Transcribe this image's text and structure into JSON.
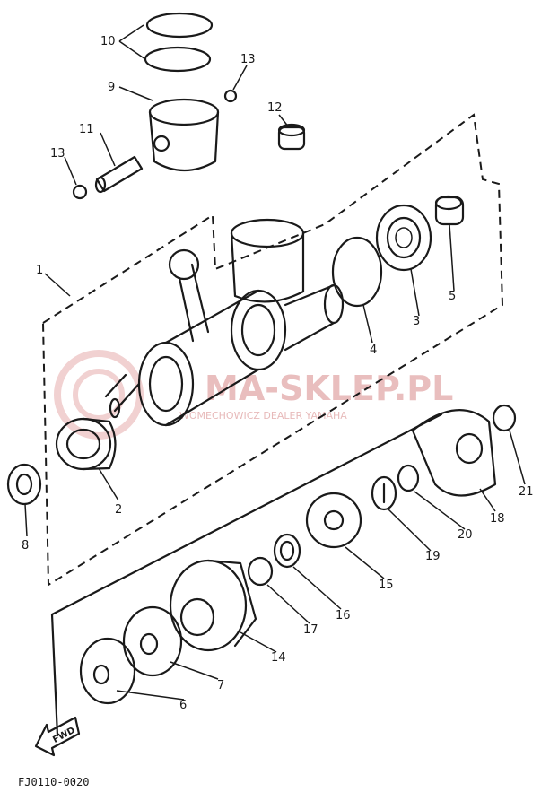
{
  "watermark": {
    "brand": "MA-SKLEP.PL",
    "subtitle": "WOMECHOWICZ DEALER YAMAHA"
  },
  "figure_code": "FJ0110-0020",
  "fwd_label": "FWD",
  "callouts": [
    {
      "id": "part-10",
      "label": "10"
    },
    {
      "id": "part-9",
      "label": "9"
    },
    {
      "id": "part-13-top",
      "label": "13"
    },
    {
      "id": "part-11",
      "label": "11"
    },
    {
      "id": "part-13-left",
      "label": "13"
    },
    {
      "id": "part-12",
      "label": "12"
    },
    {
      "id": "part-1",
      "label": "1"
    },
    {
      "id": "part-4",
      "label": "4"
    },
    {
      "id": "part-3",
      "label": "3"
    },
    {
      "id": "part-5",
      "label": "5"
    },
    {
      "id": "part-2",
      "label": "2"
    },
    {
      "id": "part-8",
      "label": "8"
    },
    {
      "id": "part-21",
      "label": "21"
    },
    {
      "id": "part-18",
      "label": "18"
    },
    {
      "id": "part-20",
      "label": "20"
    },
    {
      "id": "part-19",
      "label": "19"
    },
    {
      "id": "part-15",
      "label": "15"
    },
    {
      "id": "part-16",
      "label": "16"
    },
    {
      "id": "part-17",
      "label": "17"
    },
    {
      "id": "part-14",
      "label": "14"
    },
    {
      "id": "part-7",
      "label": "7"
    },
    {
      "id": "part-6",
      "label": "6"
    }
  ]
}
